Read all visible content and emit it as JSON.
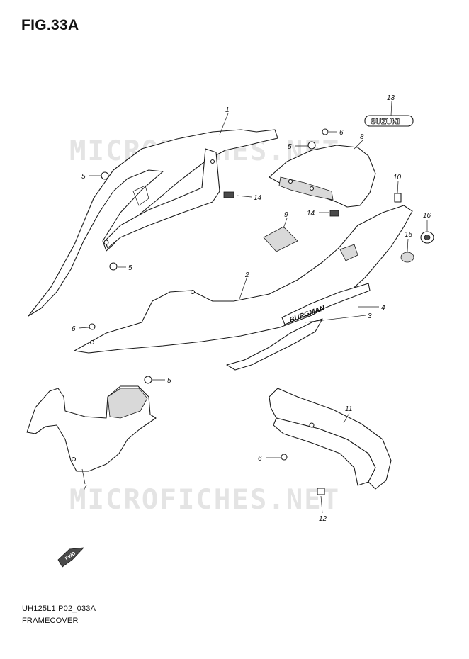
{
  "figure": {
    "title": "FIG.33A",
    "code": "UH125L1 P02_033A",
    "name": "FRAMECOVER"
  },
  "watermark": "MICROFICHES.NET",
  "emblem_text": "SUZUKI",
  "panel_text": "BURGMAN",
  "fwd_label": "FWD",
  "callouts": [
    "1",
    "2",
    "3",
    "4",
    "5",
    "5",
    "5",
    "5",
    "6",
    "6",
    "6",
    "7",
    "8",
    "9",
    "10",
    "11",
    "12",
    "13",
    "14",
    "14",
    "15",
    "16"
  ]
}
